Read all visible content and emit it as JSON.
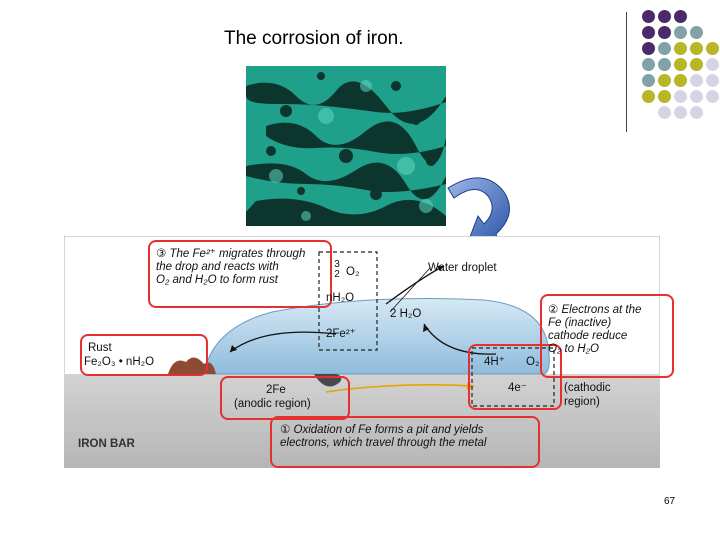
{
  "slide": {
    "title": "The corrosion of iron.",
    "page_number": "67"
  },
  "diagram": {
    "steps": {
      "step3": {
        "marker": "③",
        "lines": [
          "The Fe²⁺ migrates through",
          "the drop and reacts with",
          "O₂ and H₂O to form rust"
        ]
      },
      "step2": {
        "marker": "②",
        "lines": [
          "Electrons at the",
          "Fe (inactive)",
          "cathode reduce",
          "O₂ to H₂O"
        ]
      },
      "step1": {
        "marker": "①",
        "lines": [
          "Oxidation of Fe forms a pit and yields",
          "electrons, which travel through the metal"
        ]
      }
    },
    "labels": {
      "water_droplet": "Water droplet",
      "frac_num": "3",
      "frac_den": "2",
      "o2_top": "O₂",
      "nh2o": "nH₂O",
      "two_h2o": "2 H₂O",
      "fe2plus": "2Fe²⁺",
      "four_h": "4H⁺",
      "o2_right": "O₂",
      "four_e": "4e⁻",
      "cathodic": "(cathodic",
      "region": "region)",
      "rust": "Rust",
      "rust_formula": "Fe₂O₃ • nH₂O",
      "two_fe": "2Fe",
      "anodic": "(anodic region)",
      "iron_bar": "IRON BAR"
    }
  },
  "colors": {
    "dot_purple": "#4b2a6b",
    "dot_teal": "#7fa3a8",
    "dot_olive": "#b6b626",
    "dot_lavender": "#d4d4e6",
    "highlight_red": "#e53030",
    "droplet": "#a8cbe3",
    "iron_bar": "#c9c9c9",
    "rust": "#8e4a33"
  },
  "icons": [
    "decorative-dot-grid",
    "curved-arrow-icon"
  ]
}
